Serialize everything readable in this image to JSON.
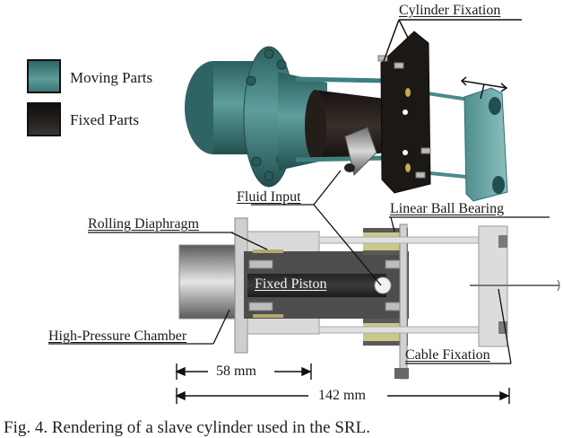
{
  "figure": {
    "legend": {
      "items": [
        {
          "label": "Moving Parts",
          "color": "#3f7f80"
        },
        {
          "label": "Fixed Parts",
          "color": "#1e1a18"
        }
      ]
    },
    "callouts": {
      "cylinder_fixation": "Cylinder Fixation",
      "fluid_input": "Fluid Input",
      "linear_ball_bearing": "Linear Ball Bearing",
      "rolling_diaphragm": "Rolling Diaphragm",
      "fixed_piston": "Fixed Piston",
      "high_pressure_chamber": "High-Pressure Chamber",
      "cable_fixation": "Cable Fixation"
    },
    "dimensions": {
      "short": "58 mm",
      "long": "142 mm"
    },
    "caption": "Fig. 4. Rendering of a slave cylinder used in the SRL."
  },
  "colors": {
    "moving": "#3f7f80",
    "moving_light": "#6aa7a6",
    "fixed": "#1e1a18",
    "section_grey": "#555555",
    "section_light": "#d6d6d6",
    "bearing_yellow": "#c9c98a"
  }
}
